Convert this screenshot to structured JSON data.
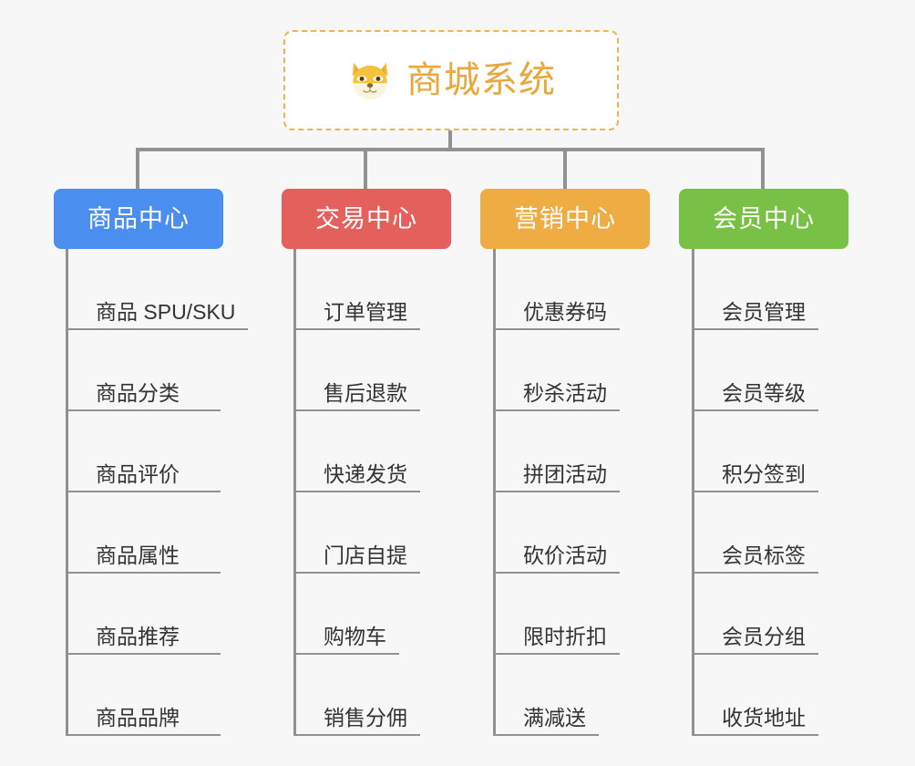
{
  "page": {
    "background_color": "#f7f7f7",
    "line_color": "#919191",
    "leaf_text_color": "#333333"
  },
  "root": {
    "title": "商城系统",
    "icon": "shiba-dog-face-emoji",
    "border_color": "#efb44b",
    "title_color": "#e8a83c",
    "background_color": "#ffffff"
  },
  "branches": [
    {
      "label": "商品中心",
      "color": "#4a8ef0",
      "items": [
        "商品 SPU/SKU",
        "商品分类",
        "商品评价",
        "商品属性",
        "商品推荐",
        "商品品牌"
      ]
    },
    {
      "label": "交易中心",
      "color": "#e4605c",
      "items": [
        "订单管理",
        "售后退款",
        "快递发货",
        "门店自提",
        "购物车",
        "销售分佣"
      ]
    },
    {
      "label": "营销中心",
      "color": "#eeac42",
      "items": [
        "优惠券码",
        "秒杀活动",
        "拼团活动",
        "砍价活动",
        "限时折扣",
        "满减送"
      ]
    },
    {
      "label": "会员中心",
      "color": "#78c046",
      "items": [
        "会员管理",
        "会员等级",
        "积分签到",
        "会员标签",
        "会员分组",
        "收货地址"
      ]
    }
  ]
}
